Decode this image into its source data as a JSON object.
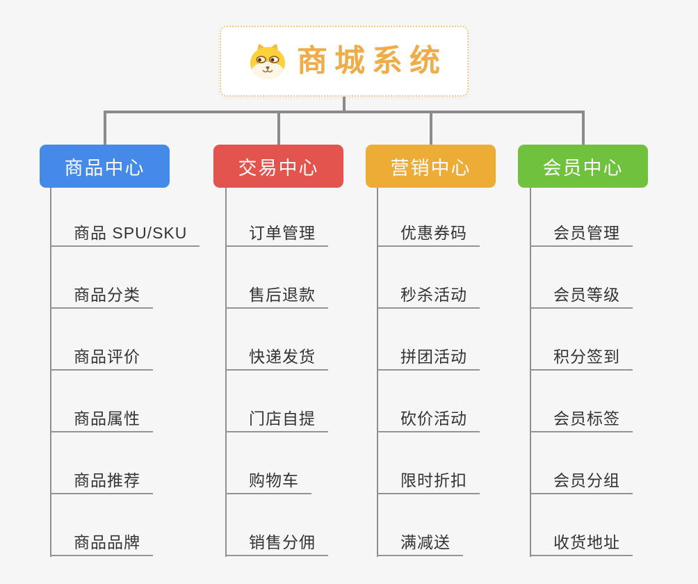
{
  "root": {
    "title": "商城系统",
    "icon": "dog-icon"
  },
  "colors": {
    "background": "#f6f6f6",
    "root_border": "#f4c98e",
    "root_title": "#f0ac49",
    "connector": "#8b8b8b",
    "leaf_line": "#949494",
    "leaf_text": "#333333"
  },
  "branches": [
    {
      "label": "商品中心",
      "color": "#458ae8",
      "items": [
        "商品 SPU/SKU",
        "商品分类",
        "商品评价",
        "商品属性",
        "商品推荐",
        "商品品牌"
      ]
    },
    {
      "label": "交易中心",
      "color": "#e4544f",
      "items": [
        "订单管理",
        "售后退款",
        "快递发货",
        "门店自提",
        "购物车",
        "销售分佣"
      ]
    },
    {
      "label": "营销中心",
      "color": "#ecac36",
      "items": [
        "优惠券码",
        "秒杀活动",
        "拼团活动",
        "砍价活动",
        "限时折扣",
        "满减送"
      ]
    },
    {
      "label": "会员中心",
      "color": "#6fc13e",
      "items": [
        "会员管理",
        "会员等级",
        "积分签到",
        "会员标签",
        "会员分组",
        "收货地址"
      ]
    }
  ]
}
